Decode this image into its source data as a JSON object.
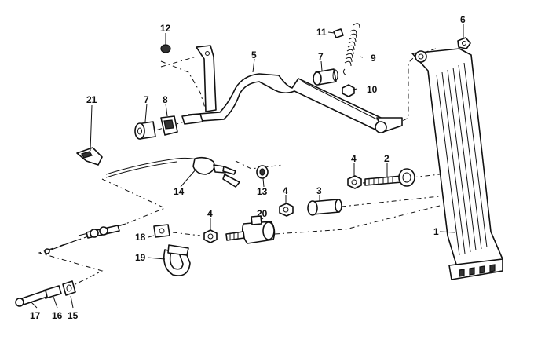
{
  "callouts": {
    "n1": "1",
    "n2": "2",
    "n3": "3",
    "n4a": "4",
    "n4b": "4",
    "n4c": "4",
    "n5": "5",
    "n6": "6",
    "n7a": "7",
    "n7b": "7",
    "n8": "8",
    "n9": "9",
    "n10": "10",
    "n11": "11",
    "n12": "12",
    "n13": "13",
    "n14": "14",
    "n15": "15",
    "n16": "16",
    "n17": "17",
    "n18": "18",
    "n19": "19",
    "n20": "20",
    "n21": "21"
  },
  "colors": {
    "ink": "#111111",
    "paper": "#ffffff"
  }
}
